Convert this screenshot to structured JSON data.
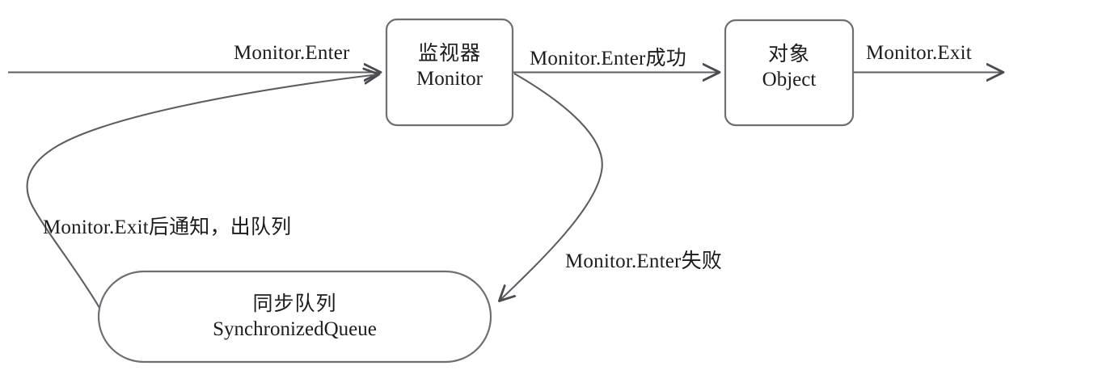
{
  "diagram": {
    "title": "Monitor synchronization flow",
    "background_color": "#ffffff",
    "stroke_color": "#5d5d63",
    "text_color": "#1c1c1c",
    "nodes": [
      {
        "id": "monitor",
        "shape": "rounded-rect",
        "cn": "监视器",
        "en": "Monitor"
      },
      {
        "id": "object",
        "shape": "rounded-rect",
        "cn": "对象",
        "en": "Object"
      },
      {
        "id": "queue",
        "shape": "stadium",
        "cn": "同步队列",
        "en": "SynchronizedQueue"
      }
    ],
    "edges": [
      {
        "id": "enter",
        "label": "Monitor.Enter",
        "from": "thread-inbound",
        "to": "monitor"
      },
      {
        "id": "enter-success",
        "label": "Monitor.Enter成功",
        "from": "monitor",
        "to": "object"
      },
      {
        "id": "exit",
        "label": "Monitor.Exit",
        "from": "object",
        "to": "thread-outbound"
      },
      {
        "id": "enter-fail",
        "label": "Monitor.Enter失败",
        "from": "monitor",
        "to": "queue"
      },
      {
        "id": "exit-notify",
        "label": "Monitor.Exit后通知，出队列",
        "from": "queue",
        "to": "monitor"
      }
    ]
  }
}
